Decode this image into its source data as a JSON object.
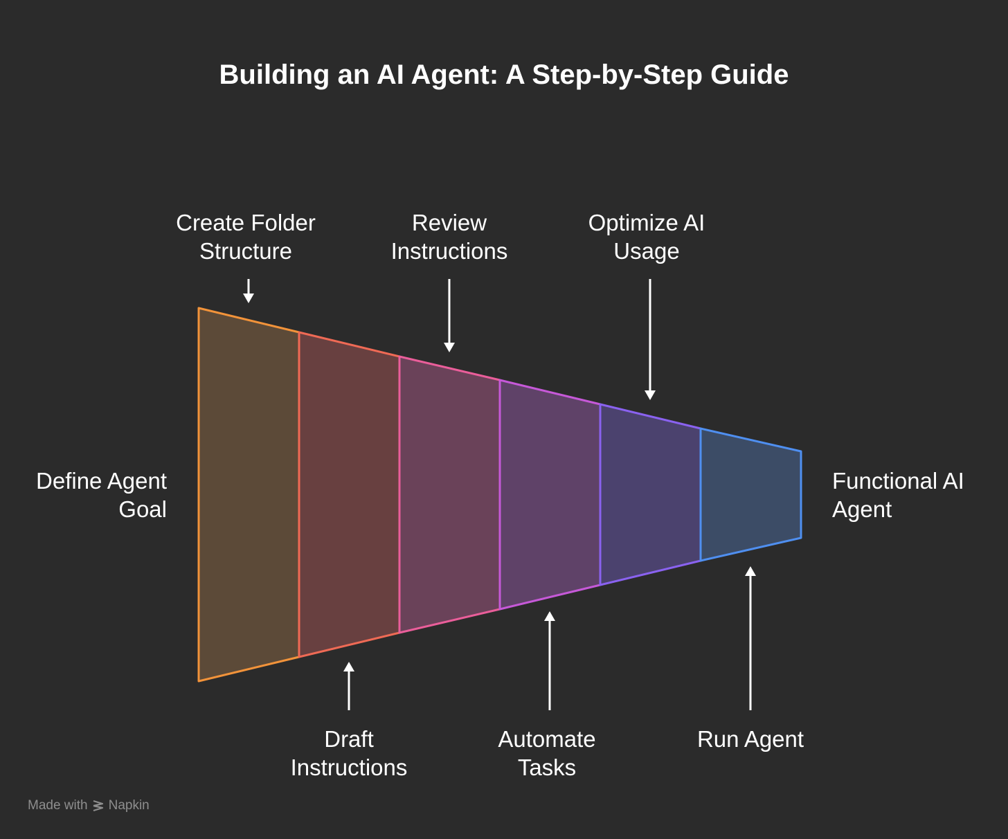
{
  "title": "Building an AI Agent: A Step-by-Step Guide",
  "stages": [
    {
      "label": "Define Agent\nGoal",
      "stroke": "#f2933a",
      "fill": "#5c4a38"
    },
    {
      "label": "Create Folder\nStructure",
      "stroke": "#ef6a55",
      "fill": "#684040"
    },
    {
      "label": "Draft\nInstructions",
      "stroke": "#ea5e9a",
      "fill": "#6a4259"
    },
    {
      "label": "Review\nInstructions",
      "stroke": "#c659d8",
      "fill": "#5f4268"
    },
    {
      "label": "Automate\nTasks",
      "stroke": "#8a62f0",
      "fill": "#4b426e"
    },
    {
      "label": "Optimize AI\nUsage",
      "stroke": "#4f8ff0",
      "fill": "#3c4c66"
    },
    {
      "label": "Run Agent"
    }
  ],
  "outcome": "Functional AI\nAgent",
  "credit": {
    "prefix": "Made with",
    "brand": "Napkin",
    "logo_icon": "napkin-logo-icon"
  },
  "colors": {
    "background": "#2b2b2b",
    "text": "#ffffff",
    "credit_text": "#8e8e8e"
  }
}
